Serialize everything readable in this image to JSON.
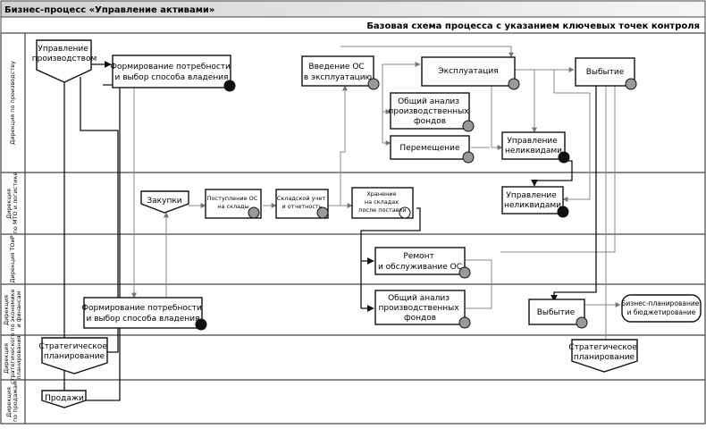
{
  "title": "Бизнес-процесс «Управление активами»",
  "subtitle": "Базовая схема процесса с указанием ключевых точек контроля",
  "lanes": [
    [
      "Дирекция по производству"
    ],
    [
      "Дирекция",
      "по МТО и логистике"
    ],
    [
      "Дирекция ТОиР"
    ],
    [
      "Дирекция",
      "по экономике",
      "и финансам"
    ],
    [
      "Дирекция",
      "стратегического",
      "планирования"
    ],
    [
      "Дирекция",
      "по продажам"
    ]
  ],
  "nodes": {
    "prod_mgmt": [
      "Управление",
      "производством"
    ],
    "form_need_top": [
      "Формирование потребности",
      "и выбор способа владения"
    ],
    "commission": [
      "Введение ОС",
      "в эксплуатацию"
    ],
    "operation": [
      "Эксплуатация"
    ],
    "disposal_top": [
      "Выбытие"
    ],
    "analysis_top": [
      "Общий анализ",
      "производственных",
      "фондов"
    ],
    "movement": [
      "Перемещение"
    ],
    "illiquid_1": [
      "Управление",
      "неликвидами"
    ],
    "illiquid_2": [
      "Управление",
      "неликвидами"
    ],
    "purchases": [
      "Закупки"
    ],
    "receipt": [
      "Поступление ОС",
      "на склады"
    ],
    "accounting": [
      "Складской учет",
      "и отчетность"
    ],
    "storage": [
      "Хранение",
      "на складах",
      "после поставки"
    ],
    "repair": [
      "Ремонт",
      "и обслуживание ОС"
    ],
    "form_need_fin": [
      "Формирование потребности",
      "и выбор способа владения"
    ],
    "analysis_fin": [
      "Общий анализ",
      "производственных",
      "фондов"
    ],
    "disposal_fin": [
      "Выбытие"
    ],
    "budgeting": [
      "Бизнес-планирование",
      "и бюджетирование"
    ],
    "strat_left": [
      "Стратегическое",
      "планирование"
    ],
    "strat_right": [
      "Стратегическое",
      "планирование"
    ],
    "sales": [
      "Продажи"
    ]
  }
}
